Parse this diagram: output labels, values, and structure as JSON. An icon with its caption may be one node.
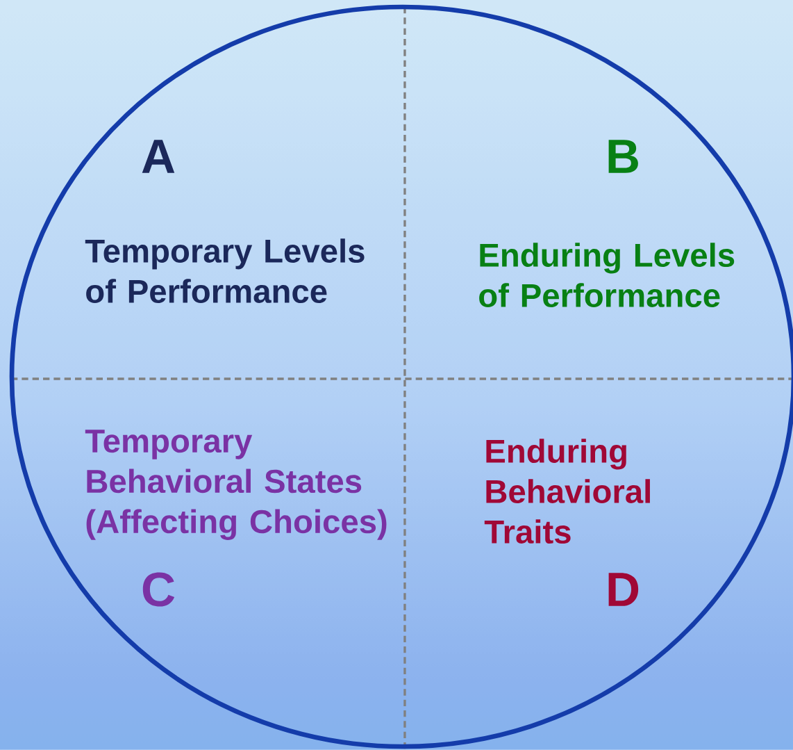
{
  "diagram": {
    "nodes": [
      {
        "text": [],
        "shape": "circle"
      },
      {
        "text": [
          "A",
          "Temporary Levels of Performance"
        ],
        "in": 0
      },
      {
        "text": [
          "B",
          "Enduring Levels of Performance"
        ],
        "in": 0
      },
      {
        "text": [
          "Temporary Behavioral States (Affecting Choices)",
          "C"
        ],
        "in": 0
      },
      {
        "text": [
          "Enduring Behavioral Traits",
          "D"
        ],
        "in": 0
      }
    ]
  }
}
